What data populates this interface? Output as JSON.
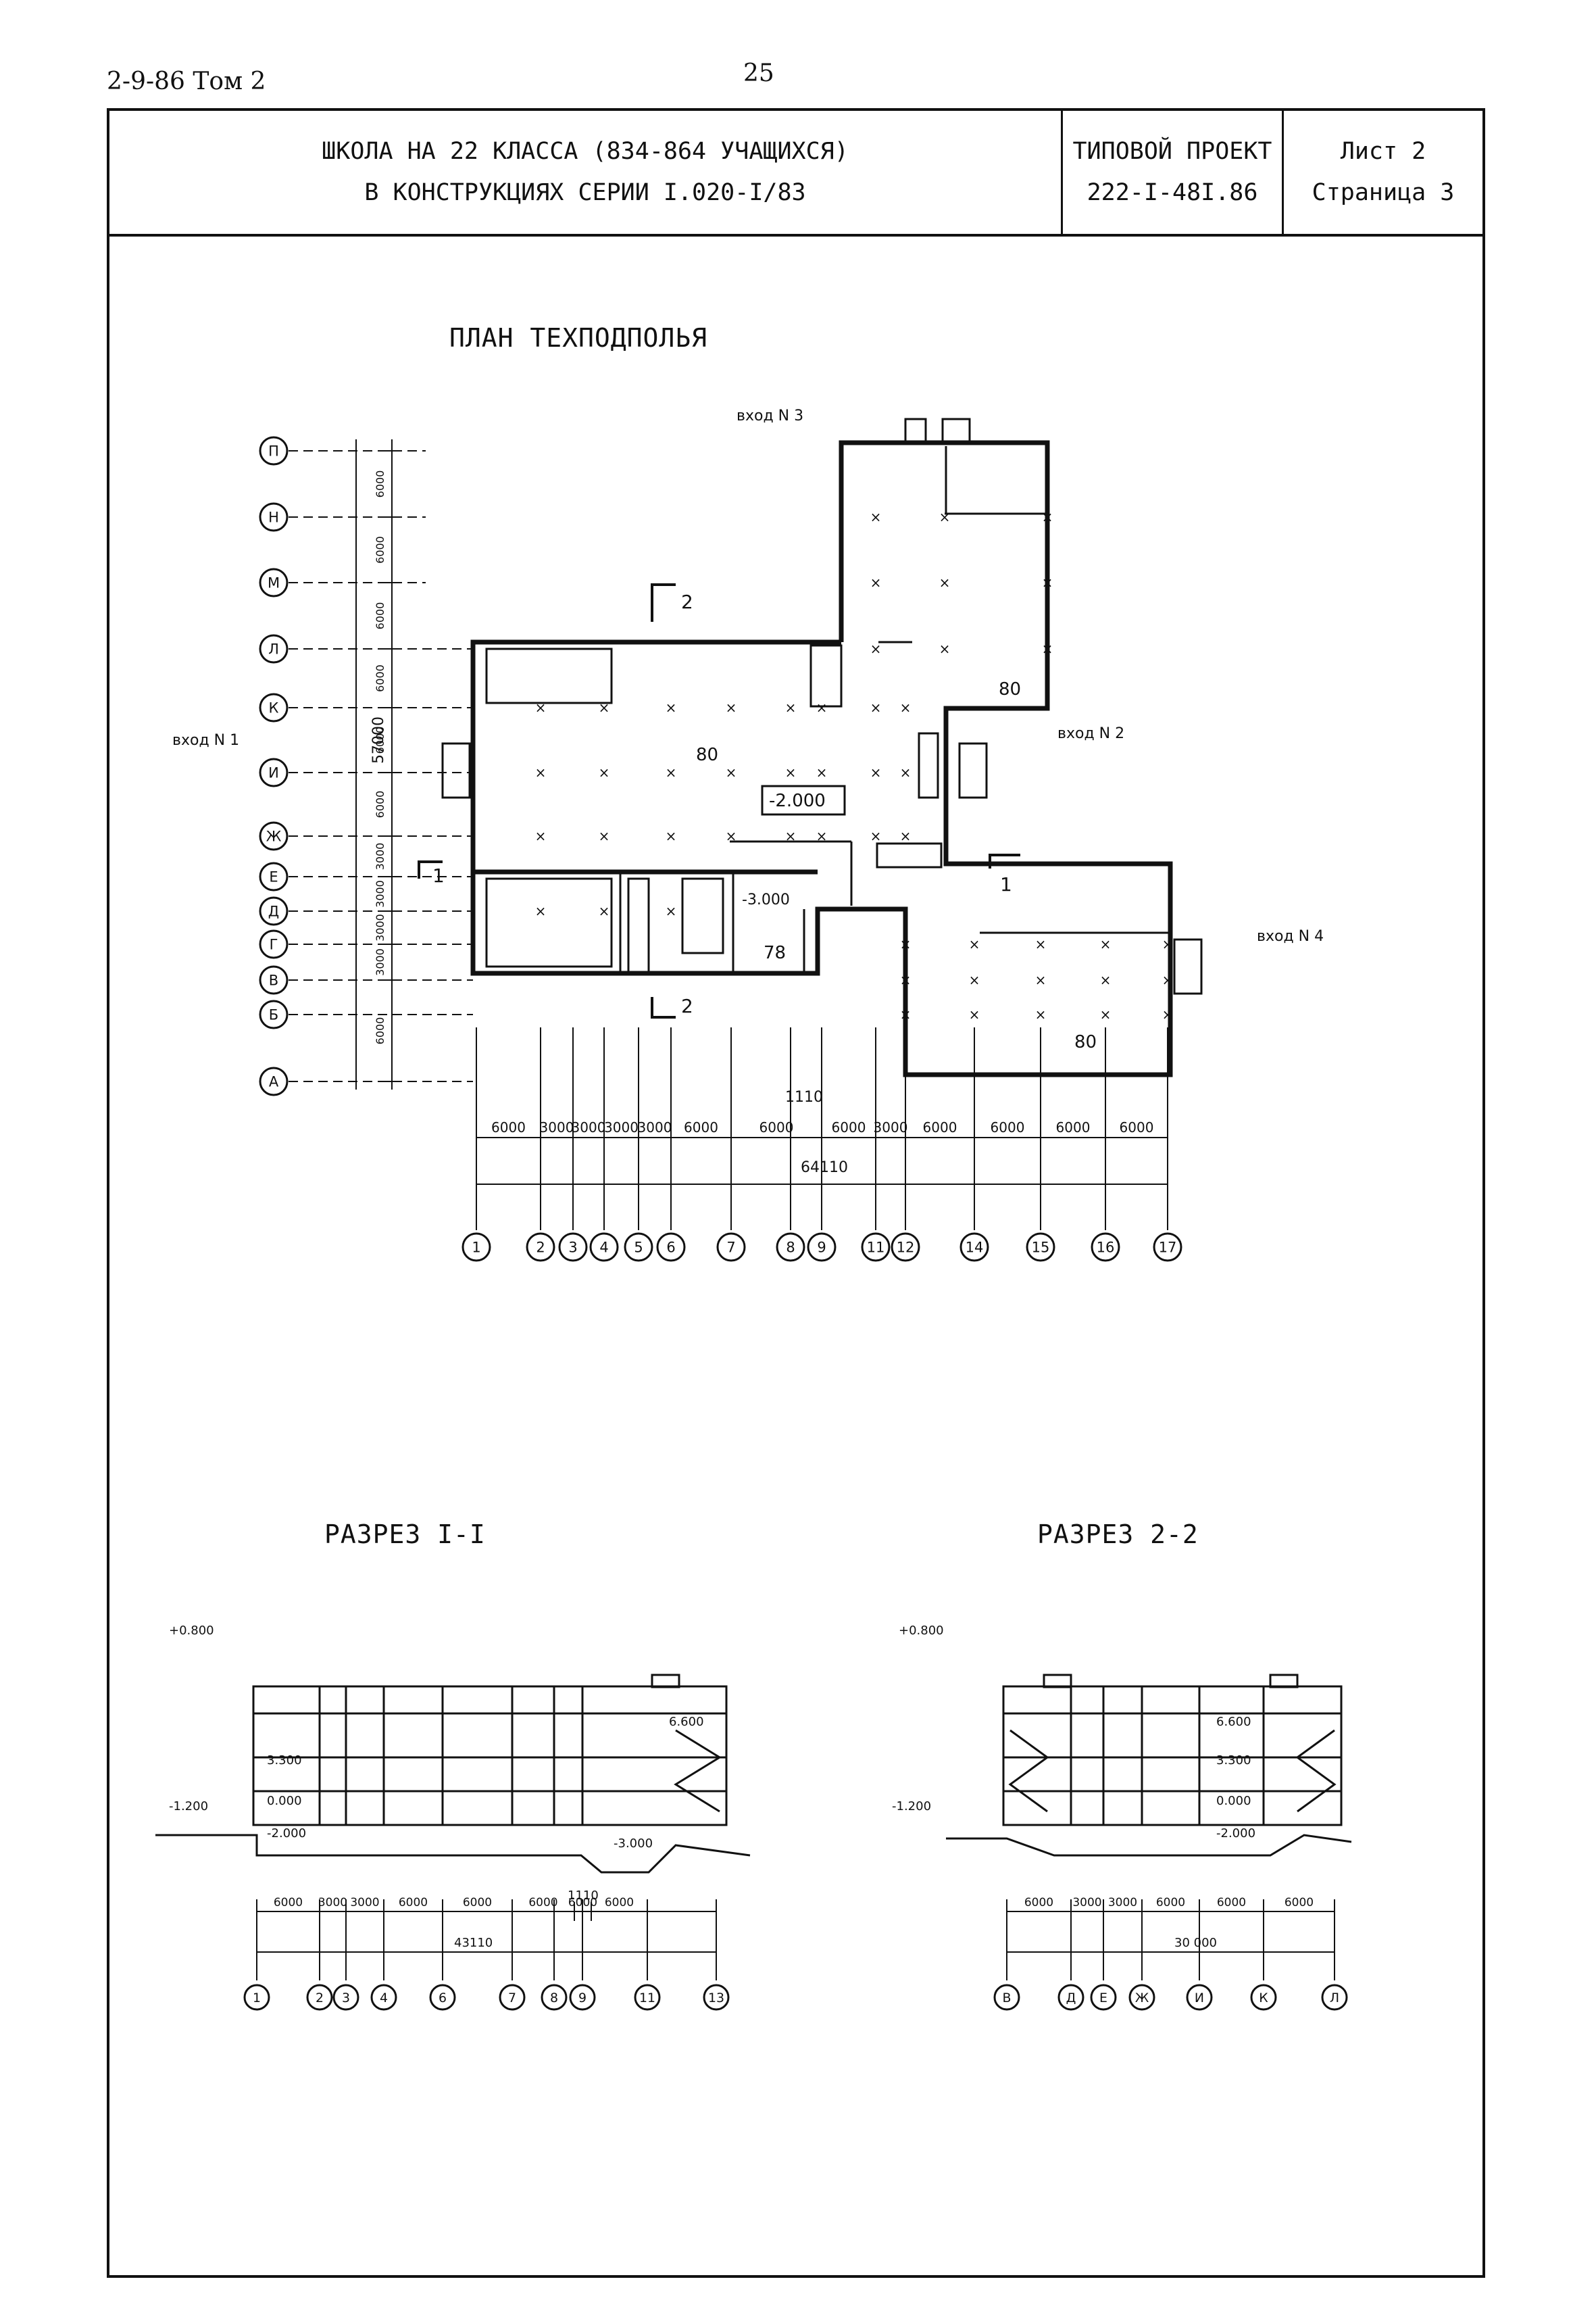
{
  "header": {
    "series": "2-9-86 Том 2",
    "page_number": "25"
  },
  "stamp": {
    "title_line1": "ШКОЛА НА 22 КЛАССА (834-864 УЧАЩИХСЯ)",
    "title_line2": "В КОНСТРУКЦИЯХ СЕРИИ I.020-I/83",
    "project_label": "ТИПОВОЙ ПРОЕКТ",
    "project_number": "222-I-48I.86",
    "sheet": "Лист 2",
    "page": "Страница 3"
  },
  "plan": {
    "title": "ПЛАН ТЕХПОДПОЛЬЯ",
    "entrances": [
      "вход N 1",
      "вход N 2",
      "вход N 3",
      "вход N 4"
    ],
    "room_labels": [
      "80",
      "80",
      "80",
      "78"
    ],
    "levels": [
      "-2.000",
      "-3.000"
    ],
    "section_marks": [
      "1",
      "1",
      "2",
      "2"
    ],
    "row_axes": [
      "П",
      "Н",
      "М",
      "Л",
      "К",
      "И",
      "Ж",
      "Е",
      "Д",
      "Г",
      "В",
      "Б",
      "А"
    ],
    "row_dims": [
      "6000",
      "6000",
      "6000",
      "6000",
      "6000",
      "6000",
      "3000",
      "3000",
      "3000",
      "3000",
      "6000"
    ],
    "row_total": "57000",
    "col_axes": [
      "1",
      "2",
      "3",
      "4",
      "5",
      "6",
      "7",
      "8",
      "9",
      "11",
      "12",
      "14",
      "15",
      "16",
      "17"
    ],
    "col_dims": [
      "6000",
      "3000",
      "3000",
      "3000",
      "3000",
      "6000",
      "6000",
      "6000",
      "3000",
      "6000",
      "6000",
      "6000",
      "6000"
    ],
    "col_special": "1110",
    "col_total": "64110"
  },
  "section1": {
    "title": "РАЗРЕЗ I-I",
    "levels": [
      "+0.800",
      "-1.200",
      "3.300",
      "0.000",
      "-2.000",
      "6.600",
      "-3.000"
    ],
    "dims": [
      "6000",
      "3000",
      "3000",
      "6000",
      "6000",
      "6000",
      "6000",
      "6000"
    ],
    "special": "1110",
    "total": "43110",
    "axes": [
      "1",
      "2",
      "3",
      "4",
      "6",
      "7",
      "8",
      "9",
      "11",
      "13"
    ]
  },
  "section2": {
    "title": "РАЗРЕЗ 2-2",
    "levels": [
      "+0.800",
      "-1.200",
      "6.600",
      "3.300",
      "0.000",
      "-2.000"
    ],
    "dims": [
      "6000",
      "3000",
      "3000",
      "6000",
      "6000",
      "6000"
    ],
    "total": "30 000",
    "axes": [
      "В",
      "Д",
      "Е",
      "Ж",
      "И",
      "К",
      "Л"
    ]
  }
}
